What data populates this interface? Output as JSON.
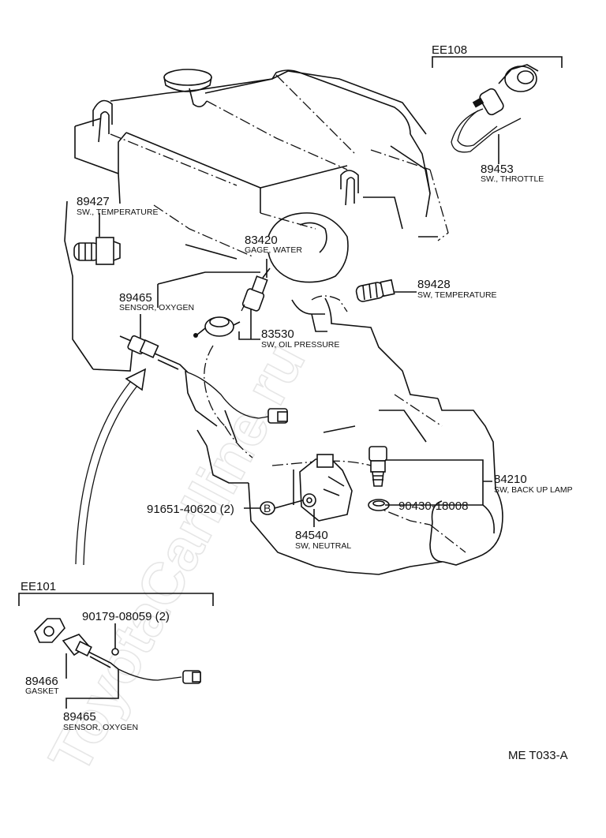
{
  "watermark": "ToyotaCarlline.ru",
  "figure_code": "ME T033-A",
  "groups": {
    "ee108": "EE108",
    "ee101": "EE101"
  },
  "parts": {
    "p89453": {
      "number": "89453",
      "name": "SW., THROTTLE"
    },
    "p89427": {
      "number": "89427",
      "name": "SW., TEMPERATURE"
    },
    "p83420": {
      "number": "83420",
      "name": "GAGE, WATER"
    },
    "p89428": {
      "number": "89428",
      "name": "SW, TEMPERATURE"
    },
    "p89465a": {
      "number": "89465",
      "name": "SENSOR, OXYGEN"
    },
    "p83530": {
      "number": "83530",
      "name": "SW, OIL PRESSURE"
    },
    "p84210": {
      "number": "84210",
      "name": "SW, BACK UP LAMP"
    },
    "p90430": {
      "number": "90430-18008"
    },
    "p91651": {
      "number": "91651-40620 (2)",
      "badge": "B"
    },
    "p84540": {
      "number": "84540",
      "name": "SW, NEUTRAL"
    },
    "p90179": {
      "number": "90179-08059 (2)"
    },
    "p89466": {
      "number": "89466",
      "name": "GASKET"
    },
    "p89465b": {
      "number": "89465",
      "name": "SENSOR, OXYGEN"
    }
  }
}
